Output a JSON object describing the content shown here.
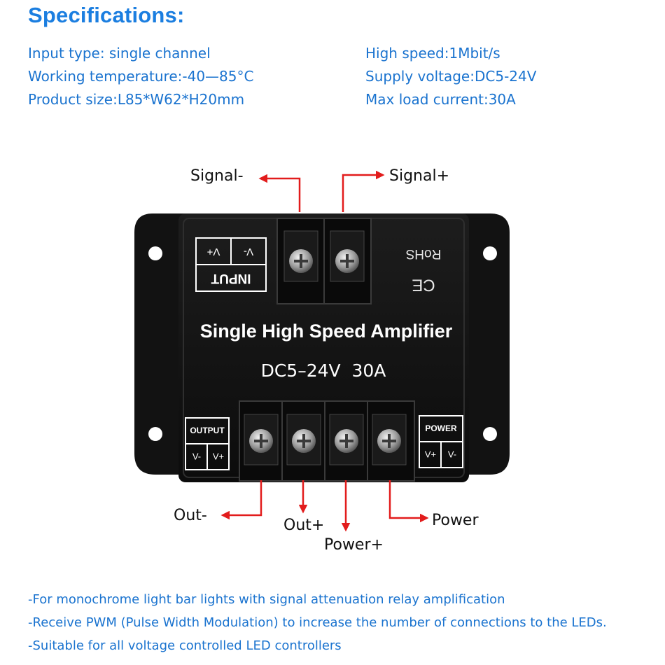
{
  "heading": "Specifications:",
  "specs": {
    "left": [
      "Input type: single channel",
      "Working temperature:-40—85°C",
      "Product size:L85*W62*H20mm"
    ],
    "right": [
      "High speed:1Mbit/s",
      "Supply voltage:DC5-24V",
      "Max load current:30A"
    ]
  },
  "device": {
    "title": "Single High Speed Amplifier",
    "rating": "DC5–24V  30A",
    "input_label": "INPUT",
    "input_pins": [
      "V+",
      "V-"
    ],
    "rohs": "RoHS",
    "ce": "CE",
    "output_label": "OUTPUT",
    "output_pins": [
      "V-",
      "V+"
    ],
    "power_label": "POWER",
    "power_pins": [
      "V+",
      "V-"
    ]
  },
  "callouts": {
    "signal_minus": "Signal-",
    "signal_plus": "Signal+",
    "out_minus": "Out-",
    "out_plus": "Out+",
    "power_plus": "Power+",
    "power": "Power"
  },
  "bullets": [
    "-For monochrome light bar lights with signal attenuation relay amplification",
    "-Receive PWM (Pulse Width Modulation) to increase the number of connections to the LEDs.",
    "-Suitable for all voltage controlled LED controllers"
  ],
  "colors": {
    "accent": "#1a73cf",
    "arrow": "#e21c1c",
    "device": "#141414"
  }
}
